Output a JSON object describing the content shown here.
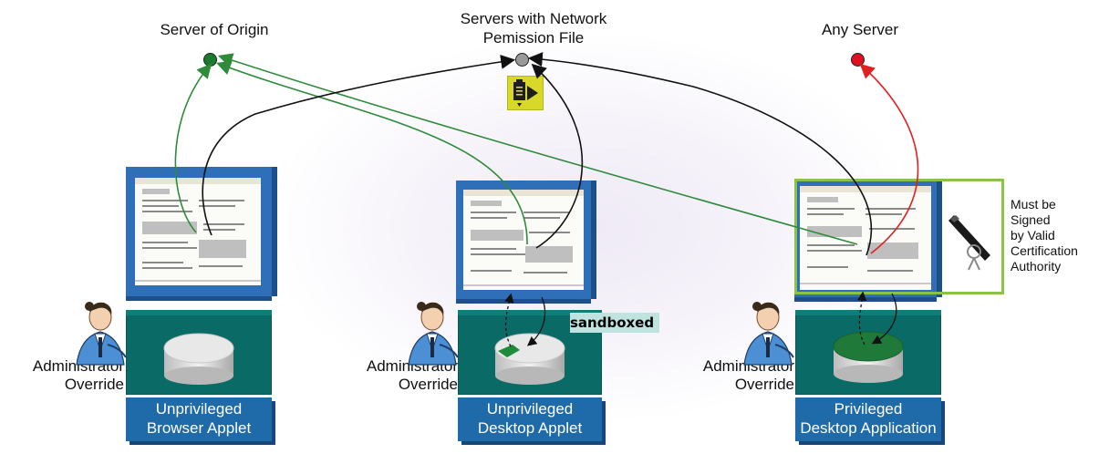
{
  "servers": {
    "origin": {
      "label": "Server of Origin",
      "color": "#1a7a2e"
    },
    "permission": {
      "label_line1": "Servers with Network",
      "label_line2": "Pemission File",
      "color": "#9a9a9a"
    },
    "any": {
      "label": "Any Server",
      "color": "#e01020"
    }
  },
  "permission_file_icon": "clipboard-arrow-icon",
  "colors": {
    "origin_arrow": "#2e8b3a",
    "permission_arrow": "#111111",
    "any_arrow": "#e02020",
    "monitor": "#2f6fb7",
    "base": "#0a6a66",
    "caption": "#1f6aa9",
    "signed_border": "#8bc34a"
  },
  "columns": [
    {
      "caption_line1": "Unprivileged",
      "caption_line2": "Browser Applet",
      "admin_line1": "Administrator",
      "admin_line2": "Override",
      "disk": "plain"
    },
    {
      "caption_line1": "Unprivileged",
      "caption_line2": "Desktop Applet",
      "admin_line1": "Administrator",
      "admin_line2": "Override",
      "disk": "sandboxed"
    },
    {
      "caption_line1": "Privileged",
      "caption_line2": "Desktop Application",
      "admin_line1": "Administrator",
      "admin_line2": "Override",
      "disk": "full"
    }
  ],
  "sandbox_label": "sandboxed",
  "signing_note": [
    "Must be",
    "Signed",
    "by Valid",
    "Certification",
    "Authority"
  ],
  "signing_icon": "certificate-pen-icon"
}
